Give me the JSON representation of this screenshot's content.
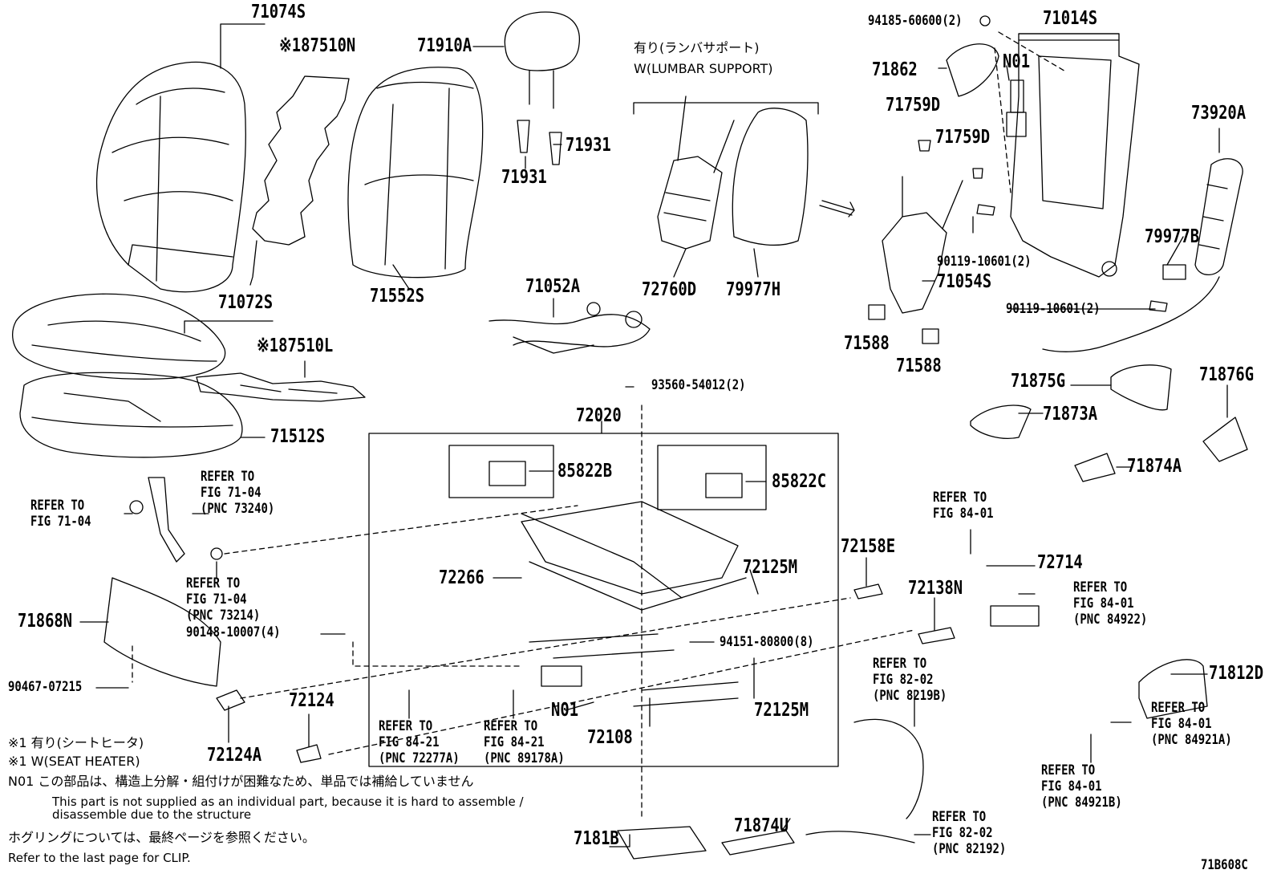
{
  "diagram_id": "71B608C",
  "parts": [
    {
      "id": "p71074S",
      "text": "71074S"
    },
    {
      "id": "p187510N",
      "text": "※187510N"
    },
    {
      "id": "p71910A",
      "text": "71910A"
    },
    {
      "id": "p71931a",
      "text": "71931"
    },
    {
      "id": "p71931b",
      "text": "71931"
    },
    {
      "id": "p71552S",
      "text": "71552S"
    },
    {
      "id": "p71072S",
      "text": "71072S"
    },
    {
      "id": "p187510L",
      "text": "※187510L"
    },
    {
      "id": "p71512S",
      "text": "71512S"
    },
    {
      "id": "p72760D",
      "text": "72760D"
    },
    {
      "id": "p79977H",
      "text": "79977H"
    },
    {
      "id": "p71052A",
      "text": "71052A"
    },
    {
      "id": "p94185",
      "text": "94185-60600(2)"
    },
    {
      "id": "p71014S",
      "text": "71014S"
    },
    {
      "id": "p71862",
      "text": "71862"
    },
    {
      "id": "pN01a",
      "text": "N01"
    },
    {
      "id": "p71759Da",
      "text": "71759D"
    },
    {
      "id": "p71759Db",
      "text": "71759D"
    },
    {
      "id": "p73920A",
      "text": "73920A"
    },
    {
      "id": "p79977B",
      "text": "79977B"
    },
    {
      "id": "p90119a",
      "text": "90119-10601(2)"
    },
    {
      "id": "p71054S",
      "text": "71054S"
    },
    {
      "id": "p90119b",
      "text": "90119-10601(2)"
    },
    {
      "id": "p71588a",
      "text": "71588"
    },
    {
      "id": "p71588b",
      "text": "71588"
    },
    {
      "id": "p71875G",
      "text": "71875G"
    },
    {
      "id": "p71876G",
      "text": "71876G"
    },
    {
      "id": "p71873A",
      "text": "71873A"
    },
    {
      "id": "p71874A",
      "text": "71874A"
    },
    {
      "id": "p93560",
      "text": "93560-54012(2)"
    },
    {
      "id": "p72020",
      "text": "72020"
    },
    {
      "id": "p85822B",
      "text": "85822B"
    },
    {
      "id": "p85822C",
      "text": "85822C"
    },
    {
      "id": "p72158E",
      "text": "72158E"
    },
    {
      "id": "p72714",
      "text": "72714"
    },
    {
      "id": "p72266",
      "text": "72266"
    },
    {
      "id": "p72125Ma",
      "text": "72125M"
    },
    {
      "id": "p72138N",
      "text": "72138N"
    },
    {
      "id": "p71868N",
      "text": "71868N"
    },
    {
      "id": "p90148",
      "text": "90148-10007(4)"
    },
    {
      "id": "p94151",
      "text": "94151-80800(8)"
    },
    {
      "id": "p71812D",
      "text": "71812D"
    },
    {
      "id": "p90467",
      "text": "90467-07215"
    },
    {
      "id": "p72124",
      "text": "72124"
    },
    {
      "id": "pN01b",
      "text": "N01"
    },
    {
      "id": "p72125Mb",
      "text": "72125M"
    },
    {
      "id": "p72108",
      "text": "72108"
    },
    {
      "id": "p72124A",
      "text": "72124A"
    },
    {
      "id": "p71874U",
      "text": "71874U"
    },
    {
      "id": "p7181B",
      "text": "7181B"
    }
  ],
  "references": [
    {
      "id": "r1",
      "lines": [
        "REFER TO",
        "FIG 71-04",
        "(PNC 73240)"
      ]
    },
    {
      "id": "r2",
      "lines": [
        "REFER TO",
        "FIG 71-04"
      ]
    },
    {
      "id": "r3",
      "lines": [
        "REFER TO",
        "FIG 71-04",
        "(PNC 73214)"
      ]
    },
    {
      "id": "r4",
      "lines": [
        "REFER TO",
        "FIG 84-01"
      ]
    },
    {
      "id": "r5",
      "lines": [
        "REFER TO",
        "FIG 84-01",
        "(PNC 84922)"
      ]
    },
    {
      "id": "r6",
      "lines": [
        "REFER TO",
        "FIG 82-02",
        "(PNC 8219B)"
      ]
    },
    {
      "id": "r7",
      "lines": [
        "REFER TO",
        "FIG 84-21",
        "(PNC 72277A)"
      ]
    },
    {
      "id": "r8",
      "lines": [
        "REFER TO",
        "FIG 84-21",
        "(PNC 89178A)"
      ]
    },
    {
      "id": "r9",
      "lines": [
        "REFER TO",
        "FIG 84-01",
        "(PNC 84921A)"
      ]
    },
    {
      "id": "r10",
      "lines": [
        "REFER TO",
        "FIG 84-01",
        "(PNC 84921B)"
      ]
    },
    {
      "id": "r11",
      "lines": [
        "REFER TO",
        "FIG 82-02",
        "(PNC 82192)"
      ]
    }
  ],
  "lumbar_heading": {
    "jp": "有り(ランバサポート)",
    "en": "W(LUMBAR SUPPORT)"
  },
  "notes": {
    "heater_jp": "※1 有り(シートヒータ)",
    "heater_en": "※1 W(SEAT HEATER)",
    "n01_jp": "N01 この部品は、構造上分解・組付けが困難なため、単品では補給していません",
    "n01_en1": "This part is not supplied as an individual part, because it is hard to assemble /",
    "n01_en2": "disassemble due to the structure",
    "clip_jp": "ホグリングについては、最終ページを参照ください。",
    "clip_en": "Refer to the last page for CLIP."
  }
}
